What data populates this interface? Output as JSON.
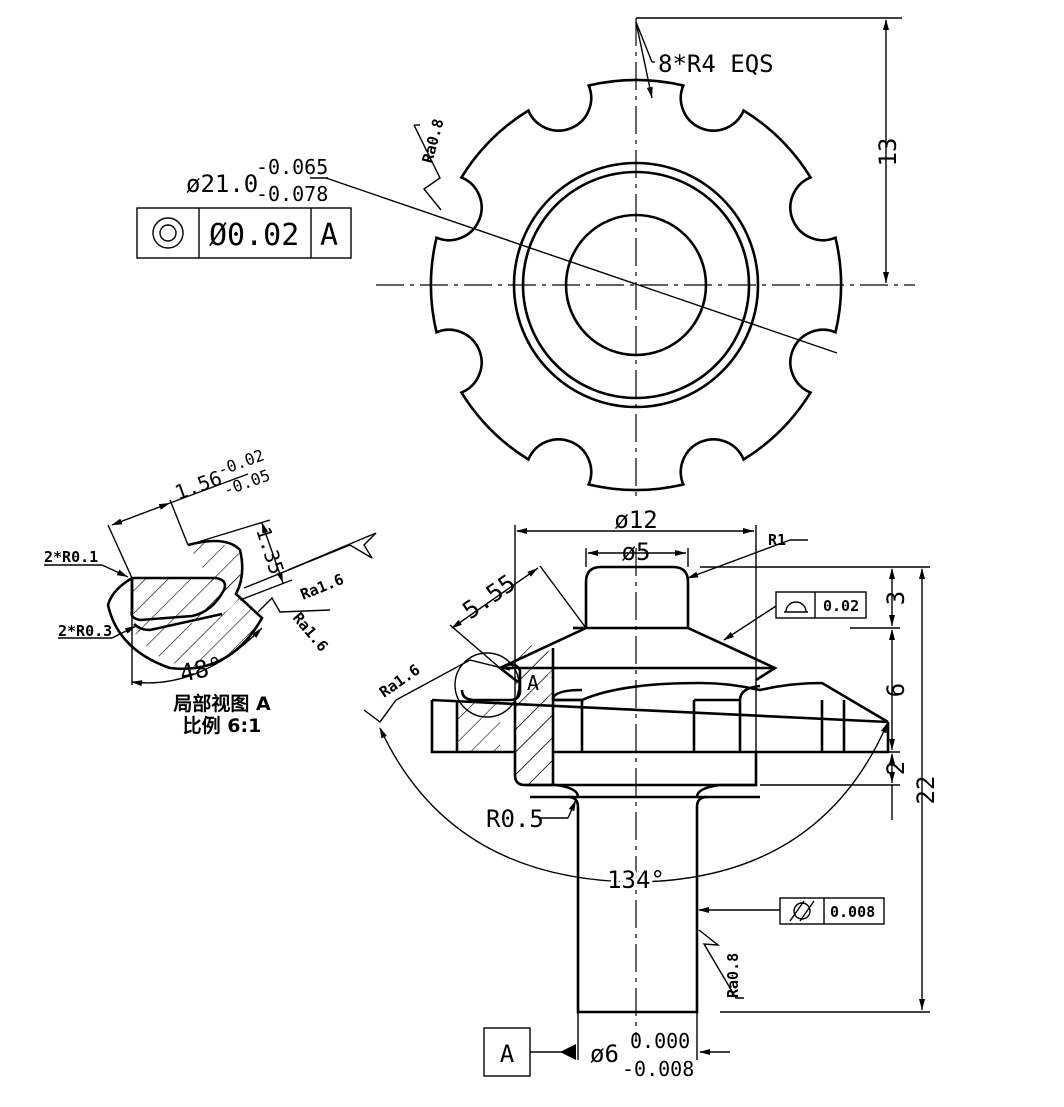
{
  "top_view": {
    "lobe_radius_label": "8*R4 EQS",
    "height_dim": "13",
    "diameter_base": "ø21.0",
    "diameter_upper_tol": "-0.065",
    "diameter_lower_tol": "-0.078",
    "roughness": "Ra0.8",
    "fcf_symbol": "◎",
    "fcf_value": "Ø0.02",
    "fcf_datum": "A"
  },
  "detail_view": {
    "width_base": "1.56",
    "width_upper_tol": "-0.02",
    "width_lower_tol": "-0.05",
    "depth_dim": "1.35",
    "corner_r1": "2*R0.1",
    "corner_r2": "2*R0.3",
    "angle": "48°",
    "roughness_1": "Ra1.6",
    "roughness_2": "Ra1.6",
    "title_line1": "局部视图 A",
    "title_line2": "比例 6:1"
  },
  "front_view": {
    "dia_outer": "ø12",
    "dia_top": "ø5",
    "fillet_top": "R1",
    "groove_dim": "5.55",
    "profile_value": "0.02",
    "roughness_left": "Ra1.6",
    "detail_marker": "A",
    "dim_3": "3",
    "dim_6": "6",
    "dim_2": "2",
    "dim_22": "22",
    "fillet_shaft": "R0.5",
    "angle": "134°",
    "cyl_value": "0.008",
    "roughness_shaft": "Ra0.8",
    "datum_label": "A",
    "shaft_dia_base": "ø6",
    "shaft_upper_tol": "0.000",
    "shaft_lower_tol": "-0.008"
  }
}
